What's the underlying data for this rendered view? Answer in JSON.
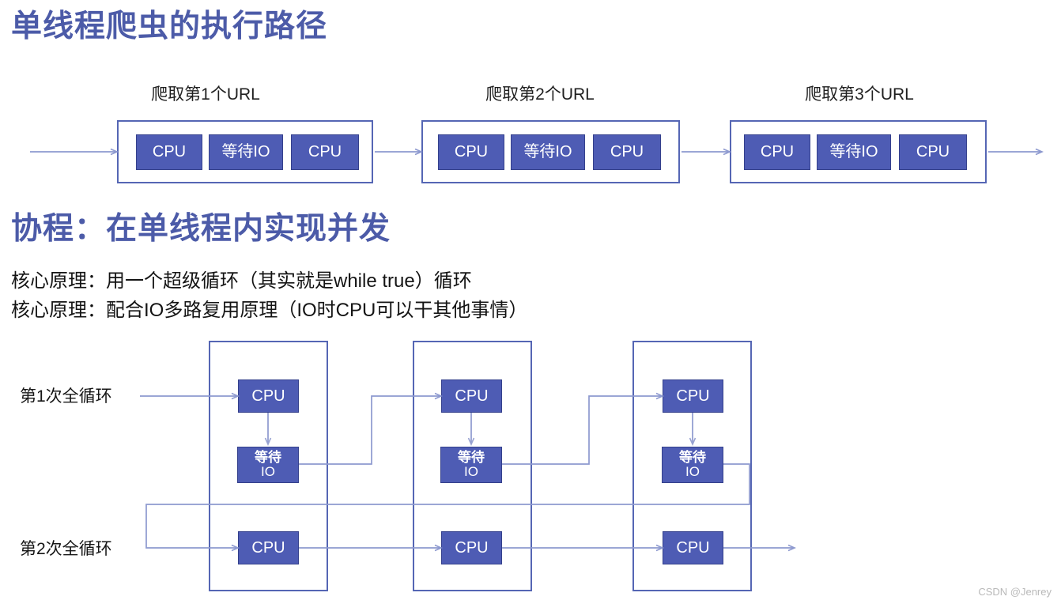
{
  "page": {
    "title_main": "单线程爬虫的执行路径",
    "title_second": "协程：在单线程内实现并发",
    "heading_color": "#4c5ba8",
    "box_fill_color": "#4e5cb4",
    "frame_color": "#5566b4",
    "connector_color": "#8d99cf"
  },
  "body_text": {
    "line1": "核心原理：用一个超级循环（其实就是while true）循环",
    "line2": "核心原理：配合IO多路复用原理（IO时CPU可以干其他事情）"
  },
  "single_thread_diagram": {
    "groups": [
      {
        "caption": "爬取第1个URL",
        "steps": [
          {
            "label": "CPU"
          },
          {
            "label": "等待IO"
          },
          {
            "label": "CPU"
          }
        ]
      },
      {
        "caption": "爬取第2个URL",
        "steps": [
          {
            "label": "CPU"
          },
          {
            "label": "等待IO"
          },
          {
            "label": "CPU"
          }
        ]
      },
      {
        "caption": "爬取第3个URL",
        "steps": [
          {
            "label": "CPU"
          },
          {
            "label": "等待IO"
          },
          {
            "label": "CPU"
          }
        ]
      }
    ]
  },
  "coroutine_diagram": {
    "row_labels": [
      "第1次全循环",
      "第2次全循环"
    ],
    "columns": [
      {
        "loop1": [
          {
            "label_line1": "CPU",
            "label_line2": ""
          },
          {
            "label_line1": "等待",
            "label_line2": "IO"
          }
        ],
        "loop2": [
          {
            "label_line1": "CPU",
            "label_line2": ""
          }
        ]
      },
      {
        "loop1": [
          {
            "label_line1": "CPU",
            "label_line2": ""
          },
          {
            "label_line1": "等待",
            "label_line2": "IO"
          }
        ],
        "loop2": [
          {
            "label_line1": "CPU",
            "label_line2": ""
          }
        ]
      },
      {
        "loop1": [
          {
            "label_line1": "CPU",
            "label_line2": ""
          },
          {
            "label_line1": "等待",
            "label_line2": "IO"
          }
        ],
        "loop2": [
          {
            "label_line1": "CPU",
            "label_line2": ""
          }
        ]
      }
    ]
  },
  "watermark": "CSDN @Jenrey"
}
